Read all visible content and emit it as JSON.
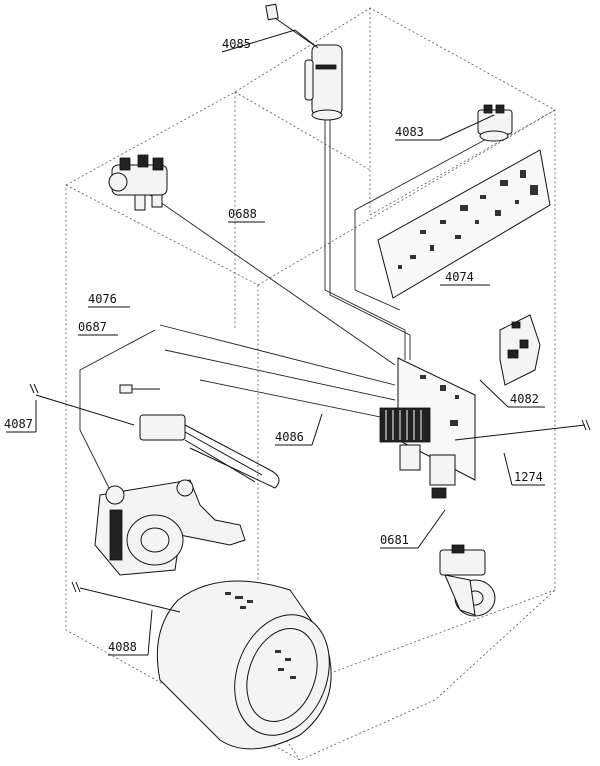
{
  "labels": {
    "p4085": "4085",
    "p4083": "4083",
    "p0688": "0688",
    "p4074": "4074",
    "p4076": "4076",
    "p0687": "0687",
    "p4082": "4082",
    "p4087": "4087",
    "p4086": "4086",
    "p1274": "1274",
    "p0681": "0681",
    "p4088": "4088"
  }
}
